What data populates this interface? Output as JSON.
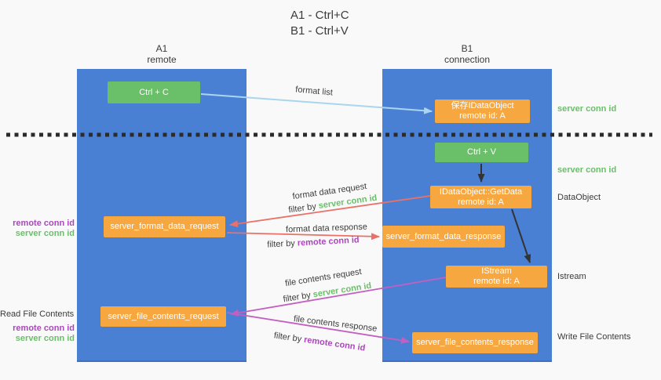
{
  "title": {
    "line1": "A1 - Ctrl+C",
    "line2": "B1 - Ctrl+V"
  },
  "lanes": {
    "left": {
      "title": "A1",
      "subtitle": "remote"
    },
    "right": {
      "title": "B1",
      "subtitle": "connection"
    }
  },
  "boxes": {
    "ctrl_c": {
      "label": "Ctrl + C"
    },
    "save_dataobject": {
      "line1": "保存IDataObject",
      "line2": "remote id: A"
    },
    "ctrl_v": {
      "label": "Ctrl + V"
    },
    "getdata": {
      "line1": "IDataObject::GetData",
      "line2": "remote id: A"
    },
    "server_format_data_request": {
      "label": "server_format_data_request"
    },
    "server_format_data_response": {
      "label": "server_format_data_response"
    },
    "istream": {
      "line1": "IStream",
      "line2": "remote id: A"
    },
    "server_file_contents_request": {
      "label": "server_file_contents_request"
    },
    "server_file_contents_response": {
      "label": "server_file_contents_response"
    }
  },
  "edges": {
    "format_list": {
      "label": "format list"
    },
    "format_data_request": {
      "label": "format data request",
      "filter_prefix": "filter by",
      "filter_key": "server conn id"
    },
    "format_data_response": {
      "label": "format data response",
      "filter_prefix": "filter by",
      "filter_key": "remote conn id"
    },
    "file_contents_request": {
      "label": "file contents request",
      "filter_prefix": "filter by",
      "filter_key": "server conn id"
    },
    "file_contents_response": {
      "label": "file contents response",
      "filter_prefix": "filter by",
      "filter_key": "remote conn id"
    }
  },
  "side_labels": {
    "right": [
      {
        "text": "server conn id"
      },
      {
        "text": "server conn id"
      },
      {
        "text": "DataObject"
      },
      {
        "text": "Istream"
      },
      {
        "text": "Write File Contents"
      }
    ],
    "left": {
      "pair1_remote": "remote conn id",
      "pair1_server": "server conn id",
      "read_file": "Read File Contents",
      "pair2_remote": "remote conn id",
      "pair2_server": "server conn id"
    }
  },
  "colors": {
    "lane_blue": "#4a80d4",
    "box_green": "#6abf69",
    "box_orange": "#f7a740",
    "arrow_salmon": "#ea7168",
    "arrow_magenta": "#c25fc0",
    "arrow_light_blue": "#a9d5ef",
    "arrow_black": "#333333",
    "text_green": "#6abf69",
    "text_purple": "#ab47bc"
  }
}
